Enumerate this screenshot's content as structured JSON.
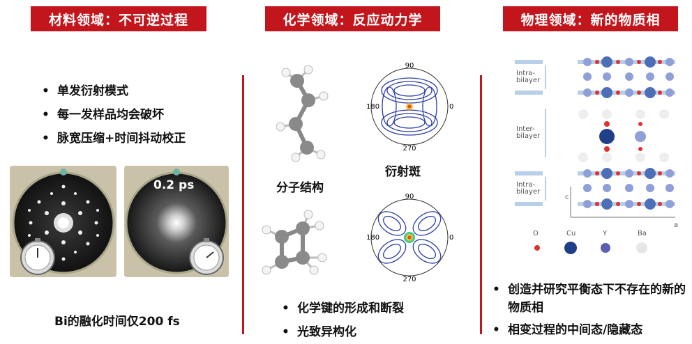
{
  "headers": {
    "materials": "材料领域：不可逆过程",
    "chemistry": "化学领域：反应动力学",
    "physics": "物理领域：新的物质相"
  },
  "materials": {
    "bullets": [
      "单发衍射模式",
      "每一发样品均会破坏",
      "脉宽压缩+时间抖动校正"
    ],
    "time_label": "0.2 ps",
    "caption": "Bi的融化时间仅200 fs"
  },
  "chemistry": {
    "molecule_label": "分子结构",
    "diffraction_label": "衍射斑",
    "polar_ticks": {
      "top": "90",
      "left": "180",
      "right": "0",
      "bottom": "270"
    },
    "bullets": [
      "化学键的形成和断裂",
      "光致异构化"
    ]
  },
  "physics": {
    "labels": {
      "intra_top": "Intra-\nbilayer",
      "inter": "Inter-\nbilayer",
      "intra_bottom": "Intra-\nbilayer",
      "axis_c": "c",
      "axis_a": "a"
    },
    "legend": [
      "O",
      "Cu",
      "Y",
      "Ba"
    ],
    "bullets": [
      "创造并研究平衡态下不存在的新的物质相",
      "相变过程的中间态/隐藏态"
    ]
  },
  "colors": {
    "accent": "#c2161c",
    "cu": "#2a4d9c",
    "o": "#e03030",
    "y": "#5a5fb0",
    "ba": "#d9d9d9"
  }
}
